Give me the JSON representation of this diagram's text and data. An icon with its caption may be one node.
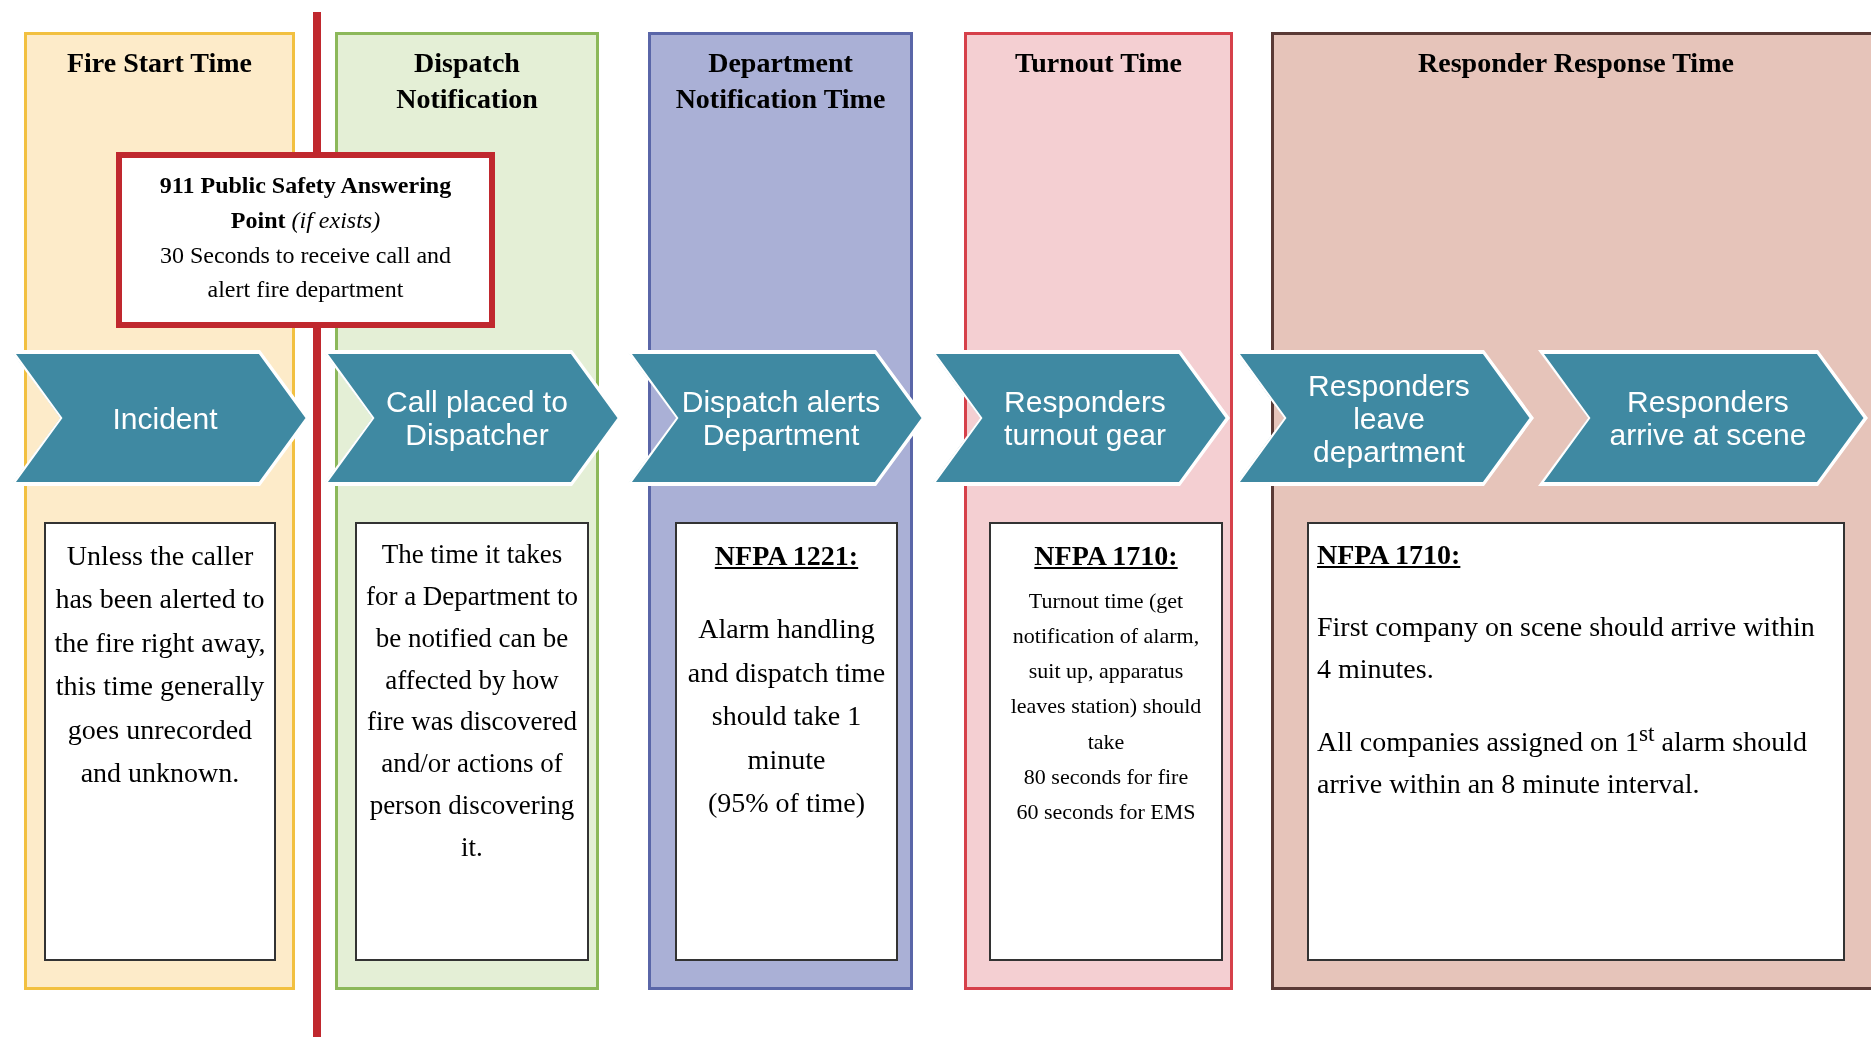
{
  "diagram": {
    "nodes": [
      {
        "text": [
          "Fire Start Time"
        ]
      },
      {
        "text": [
          "Dispatch Notification"
        ]
      },
      {
        "text": [
          "Department Notification Time"
        ]
      },
      {
        "text": [
          "Turnout Time"
        ]
      },
      {
        "text": [
          "Responder Response Time"
        ]
      },
      {
        "text": [
          "**911 Public Safety Answering Point** *(if exists)*",
          "30 Seconds to receive call and alert fire department"
        ]
      },
      {
        "text": [
          "Incident"
        ]
      },
      {
        "text": [
          "Call placed to Dispatcher"
        ]
      },
      {
        "text": [
          "Dispatch alerts Department"
        ]
      },
      {
        "text": [
          "Responders turnout gear"
        ]
      },
      {
        "text": [
          "Responders leave department"
        ]
      },
      {
        "in": 4,
        "text": [
          "Responders arrive at scene"
        ]
      },
      {
        "in": 0,
        "text": [
          "Unless the caller has been alerted to the fire right away, this time generally goes unrecorded and unknown."
        ]
      },
      {
        "in": 1,
        "text": [
          "The time it takes for a Department to be notified can be affected by how fire was discovered and/or actions of person discovering it."
        ]
      },
      {
        "in": 2,
        "text": [
          "NFPA 1221:",
          "Alarm handling and dispatch time should take 1 minute",
          "(95% of time)"
        ]
      },
      {
        "in": 3,
        "text": [
          "NFPA 1710:",
          "Turnout time (get notification of alarm, suit up, apparatus leaves station) should take",
          "80 seconds for fire",
          "60 seconds for EMS"
        ]
      },
      {
        "in": 4,
        "text": [
          "NFPA 1710:",
          "First company on scene should arrive within 4 minutes.",
          "All companies assigned on 1$^{st}$ alarm should arrive within an 8 minute interval."
        ]
      }
    ]
  }
}
